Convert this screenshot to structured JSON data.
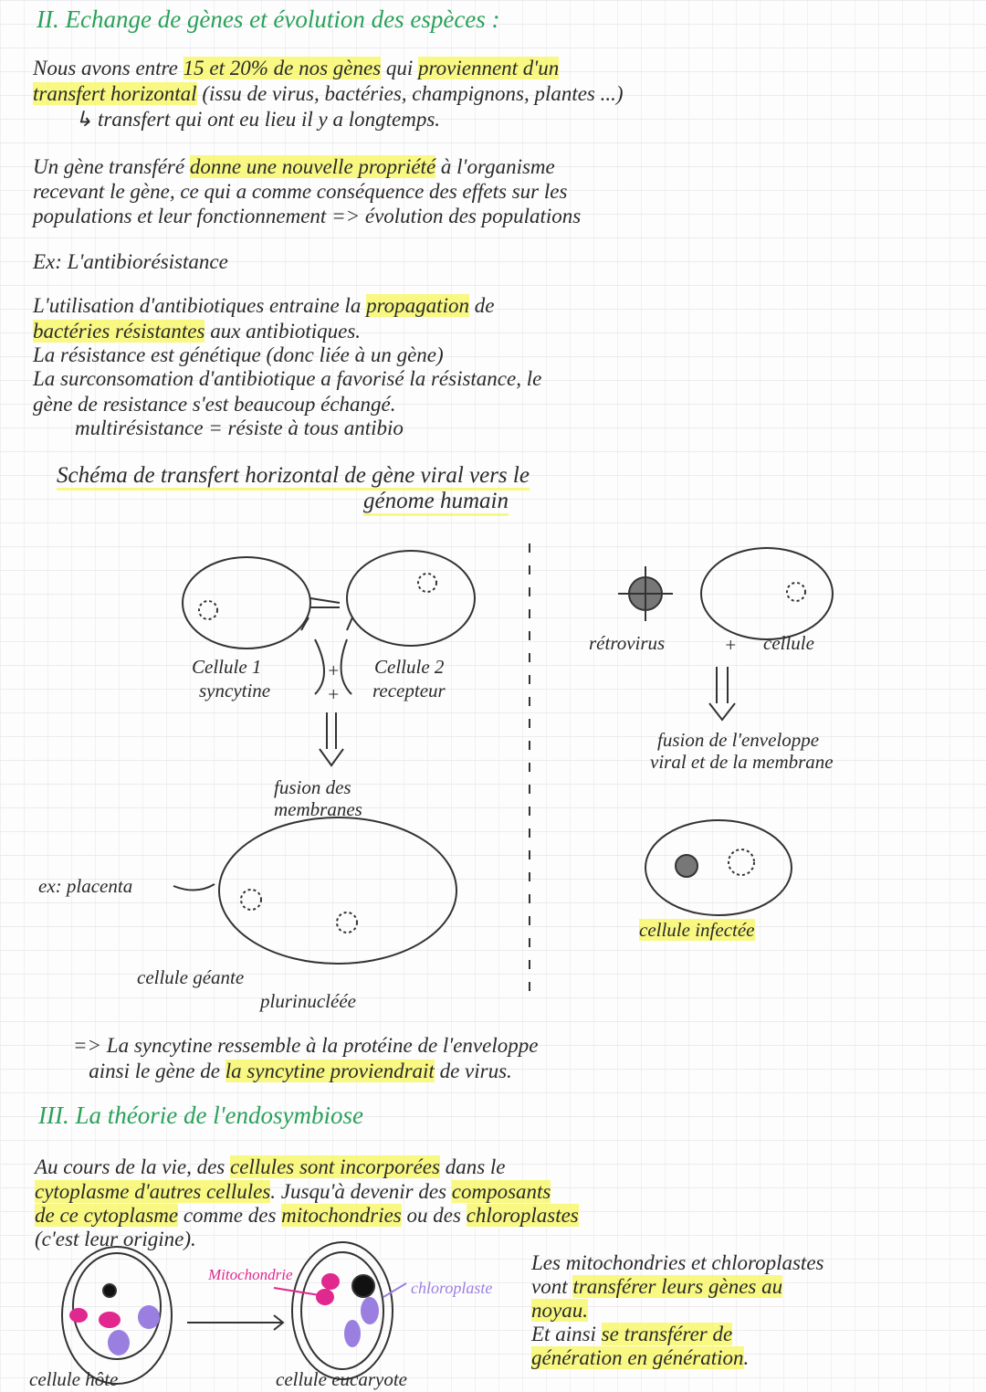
{
  "section2_title": "II. Echange de gènes et évolution des espèces :",
  "paragraph1": [
    [
      {
        "t": "Nous avons entre "
      },
      {
        "t": "15 et 20% de nos gènes",
        "hl": true
      },
      {
        "t": " qui "
      },
      {
        "t": "proviennent d'un",
        "hl": true
      }
    ],
    [
      {
        "t": "transfert horizontal",
        "hl": true
      },
      {
        "t": " (issu de virus, bactéries, champignons, plantes ...)"
      }
    ],
    [
      {
        "t": "        ↳ transfert qui ont eu lieu il y a longtemps."
      }
    ]
  ],
  "paragraph2": [
    [
      {
        "t": "Un gène transféré "
      },
      {
        "t": "donne une nouvelle propriété",
        "hl": true
      },
      {
        "t": " à l'organisme"
      }
    ],
    [
      {
        "t": "recevant le gène, ce qui a comme conséquence des effets sur les"
      }
    ],
    [
      {
        "t": "populations et leur fonctionnement => évolution des populations"
      }
    ]
  ],
  "example_title": "Ex: L'antibiorésistance",
  "paragraph3": [
    [
      {
        "t": "L'utilisation d'antibiotiques entraine la "
      },
      {
        "t": "propagation",
        "hl": true
      },
      {
        "t": " de"
      }
    ],
    [
      {
        "t": "bactéries résistantes",
        "hl": true
      },
      {
        "t": " aux antibiotiques."
      }
    ],
    [
      {
        "t": "La résistance est génétique (donc liée à un gène)"
      }
    ],
    [
      {
        "t": "La surconsomation d'antibiotique a favorisé la résistance, le"
      }
    ],
    [
      {
        "t": "gène de resistance s'est beaucoup échangé."
      }
    ],
    [
      {
        "t": "        multirésistance = résiste à tous antibio"
      }
    ]
  ],
  "schema_title": [
    "Schéma de transfert horizontal de gène viral vers le",
    "génome humain"
  ],
  "diagram_left": {
    "cell1": "Cellule 1",
    "syncytine": "syncytine",
    "plus1": "+",
    "plus2": "+",
    "cell2": "Cellule 2",
    "recepteur": "recepteur",
    "fusion": [
      "fusion des",
      "membranes"
    ],
    "example": "ex: placenta",
    "giant_cell": [
      "cellule géante",
      "plurinucléée"
    ]
  },
  "diagram_right": {
    "retrovirus": "rétrovirus",
    "plus": "+",
    "cellule": "cellule",
    "fusion": [
      "fusion de l'enveloppe",
      "viral et de la membrane"
    ],
    "infected": "cellule infectée"
  },
  "conclusion": [
    [
      {
        "t": "=> La syncytine ressemble à la protéine de l'enveloppe"
      }
    ],
    [
      {
        "t": "   ainsi le gène de "
      },
      {
        "t": "la syncytine proviendrait",
        "hl": true
      },
      {
        "t": " de virus."
      }
    ]
  ],
  "section3_title": "III. La théorie de l'endosymbiose",
  "paragraph4": [
    [
      {
        "t": "Au cours de la vie, des "
      },
      {
        "t": "cellules sont incorporées",
        "hl": true
      },
      {
        "t": " dans le"
      }
    ],
    [
      {
        "t": "cytoplasme d'autres cellules",
        "hl": true
      },
      {
        "t": ". Jusqu'à devenir des "
      },
      {
        "t": "composants",
        "hl": true
      }
    ],
    [
      {
        "t": "de ce cytoplasme",
        "hl": true
      },
      {
        "t": " comme des "
      },
      {
        "t": "mitochondries",
        "hl": true
      },
      {
        "t": " ou des "
      },
      {
        "t": "chloroplastes",
        "hl": true
      }
    ],
    [
      {
        "t": "(c'est leur origine)."
      }
    ]
  ],
  "paragraph5": [
    [
      {
        "t": "Les mitochondries et chloroplastes"
      }
    ],
    [
      {
        "t": "vont "
      },
      {
        "t": "transférer leurs gènes au",
        "hl": true
      }
    ],
    [
      {
        "t": "noyau.",
        "hl": true
      }
    ],
    [
      {
        "t": "Et ainsi "
      },
      {
        "t": "se transférer de",
        "hl": true
      }
    ],
    [
      {
        "t": "génération en génération",
        "hl": true
      },
      {
        "t": "."
      }
    ]
  ],
  "endosymbiosis_diagram": {
    "mitochondrie": "Mitochondrie",
    "chloroplaste": "chloroplaste",
    "host_cell": "cellule hôte",
    "eukaryote": "cellule eucaryote"
  },
  "colors": {
    "title_green": "#2aa15a",
    "highlight": "#f6f65a",
    "mitochondria": "#e0288f",
    "chloroplast": "#9b7fe0"
  }
}
